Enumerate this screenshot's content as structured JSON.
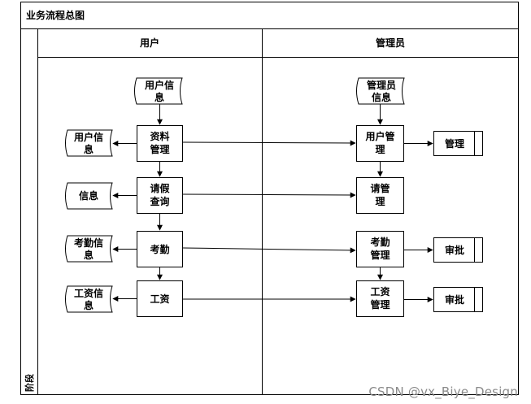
{
  "diagram": {
    "title": "业务流程总图",
    "phase_label": "阶段",
    "lanes": {
      "user": "用户",
      "admin": "管理员"
    },
    "user": {
      "input_doc": [
        "用户信",
        "息"
      ],
      "process1": [
        "资料",
        "管理"
      ],
      "process2": [
        "请假",
        "查询"
      ],
      "process3": [
        "考勤"
      ],
      "process4": [
        "工资"
      ],
      "out1": [
        "用户信",
        "息"
      ],
      "out2": [
        "信息"
      ],
      "out3": [
        "考勤信",
        "息"
      ],
      "out4": [
        "工资信",
        "息"
      ]
    },
    "admin": {
      "input_doc": [
        "管理员",
        "信息"
      ],
      "process1": [
        "用户管",
        "理"
      ],
      "process2": [
        "请管",
        "理"
      ],
      "process3": [
        "考勤",
        "管理"
      ],
      "process4": [
        "工资",
        "管理"
      ],
      "result1": "管理",
      "result3": "审批",
      "result4": "审批"
    }
  },
  "watermark": "CSDN @vx_Biye_Design"
}
